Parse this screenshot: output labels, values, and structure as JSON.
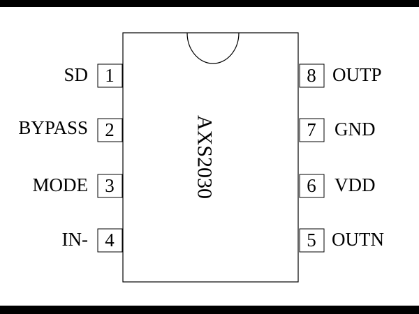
{
  "chip": {
    "part_number": "AXS2030"
  },
  "pins_left": [
    {
      "number": "1",
      "name": "SD"
    },
    {
      "number": "2",
      "name": "BYPASS"
    },
    {
      "number": "3",
      "name": "MODE"
    },
    {
      "number": "4",
      "name": "IN-"
    }
  ],
  "pins_right": [
    {
      "number": "8",
      "name": "OUTP"
    },
    {
      "number": "7",
      "name": "GND"
    },
    {
      "number": "6",
      "name": "VDD"
    },
    {
      "number": "5",
      "name": "OUTN"
    }
  ]
}
